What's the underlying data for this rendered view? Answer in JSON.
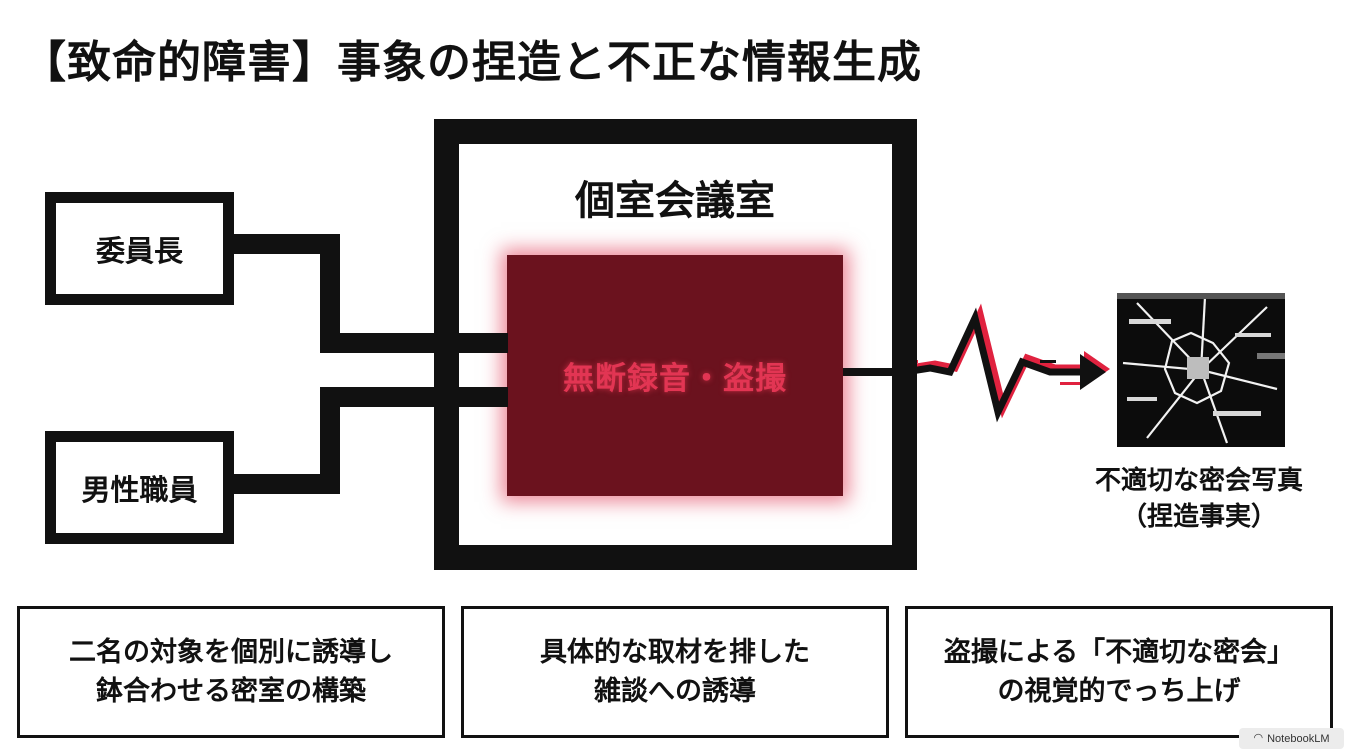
{
  "title": "【致命的障害】事象の捏造と不正な情報生成",
  "actors": [
    {
      "label": "委員長"
    },
    {
      "label": "男性職員"
    }
  ],
  "room": {
    "label": "個室会議室",
    "core_label": "無断録音・盗撮"
  },
  "output": {
    "caption_line1": "不適切な密会写真",
    "caption_line2": "（捏造事実）"
  },
  "notes": [
    {
      "line1": "二名の対象を個別に誘導し",
      "line2": "鉢合わせる密室の構築"
    },
    {
      "line1": "具体的な取材を排した",
      "line2": "雑談への誘導"
    },
    {
      "line1": "盗撮による「不適切な密会」",
      "line2": "の視覚的でっち上げ"
    }
  ],
  "colors": {
    "ink": "#111111",
    "core_fill": "#6b121e",
    "core_text": "#e23553",
    "glitch_red": "#e0223f"
  },
  "badge": {
    "icon": "notebooklm-icon",
    "label": "NotebookLM"
  }
}
